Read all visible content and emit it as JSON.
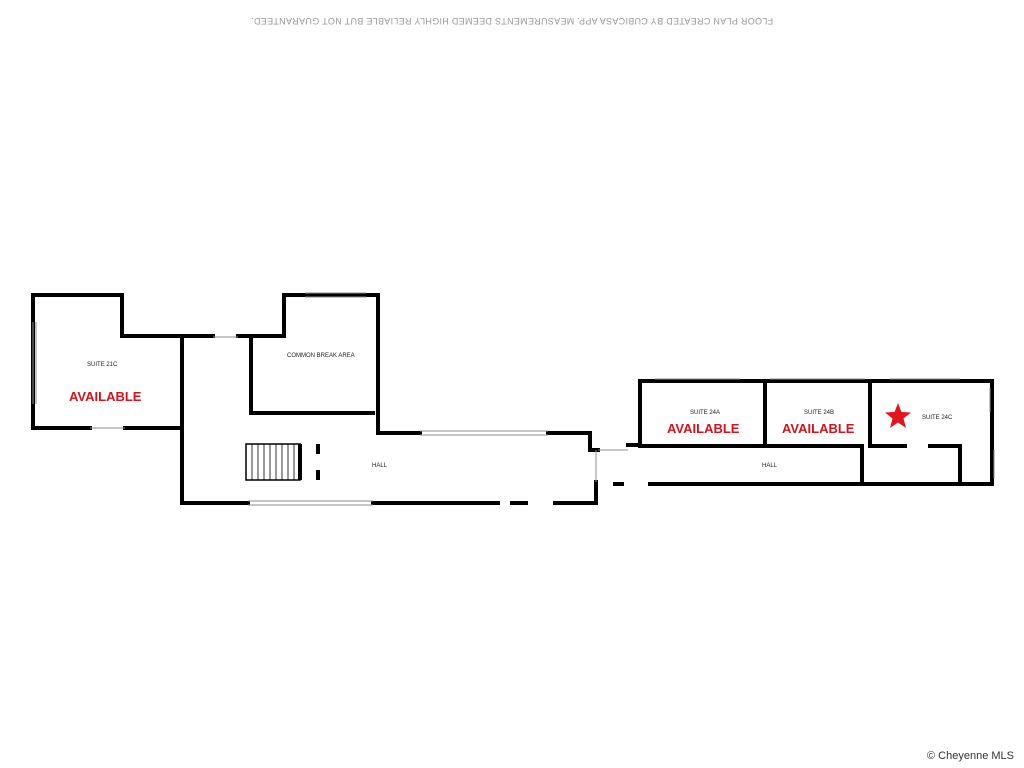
{
  "disclaimer": "FLOOR PLAN CREATED BY CUBICASA APP. MEASUREMENTS DEEMED HIGHLY RELIABLE BUT NOT GUARANTEED.",
  "rooms": {
    "suite_21c": "SUITE 21C",
    "common_break_area": "COMMON BREAK AREA",
    "hall_left": "HALL",
    "suite_24a": "SUITE 24A",
    "suite_24b": "SUITE 24B",
    "suite_24c": "SUITE 24C",
    "hall_right": "HALL"
  },
  "status": {
    "available": "AVAILABLE"
  },
  "marker_icon": "star-icon",
  "colors": {
    "available": "#d0141c",
    "star": "#e3141c",
    "wall": "#000000"
  },
  "copyright": "© Cheyenne MLS"
}
